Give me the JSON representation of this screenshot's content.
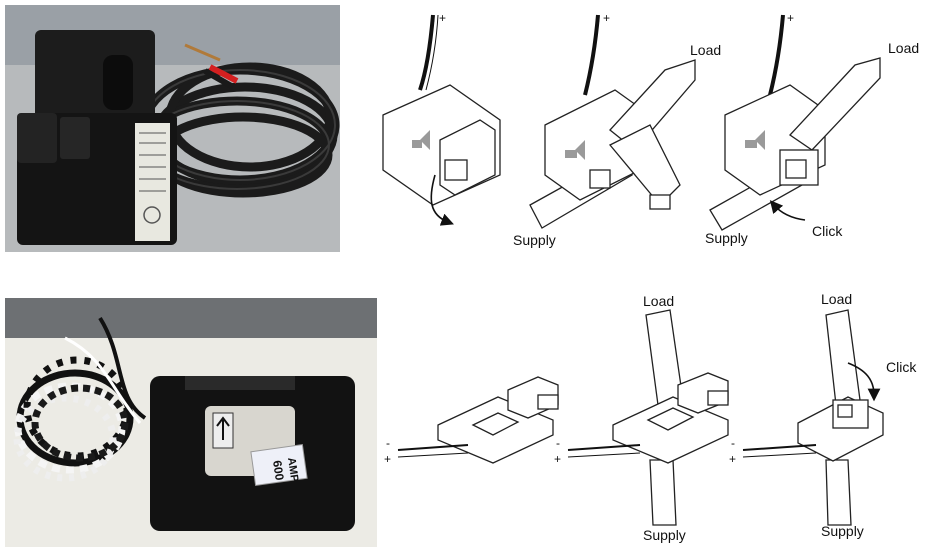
{
  "top_diagrams": {
    "step1": {
      "minus": "-",
      "plus": "+"
    },
    "step2": {
      "minus": "-",
      "plus": "+",
      "load": "Load",
      "supply": "Supply"
    },
    "step3": {
      "minus": "-",
      "plus": "+",
      "load": "Load",
      "supply": "Supply",
      "click": "Click"
    }
  },
  "bottom_photo": {
    "label_line1": "600",
    "label_line2": "AMP"
  },
  "bottom_diagrams": {
    "step1": {
      "minus": "-",
      "plus": "+"
    },
    "step2": {
      "minus": "-",
      "plus": "+",
      "load": "Load",
      "supply": "Supply"
    },
    "step3": {
      "minus": "-",
      "plus": "+",
      "load": "Load",
      "supply": "Supply",
      "click": "Click"
    }
  },
  "colors": {
    "wire_red": "#d42020",
    "device_black": "#141414",
    "arrow_gray": "#9a9a9a"
  }
}
